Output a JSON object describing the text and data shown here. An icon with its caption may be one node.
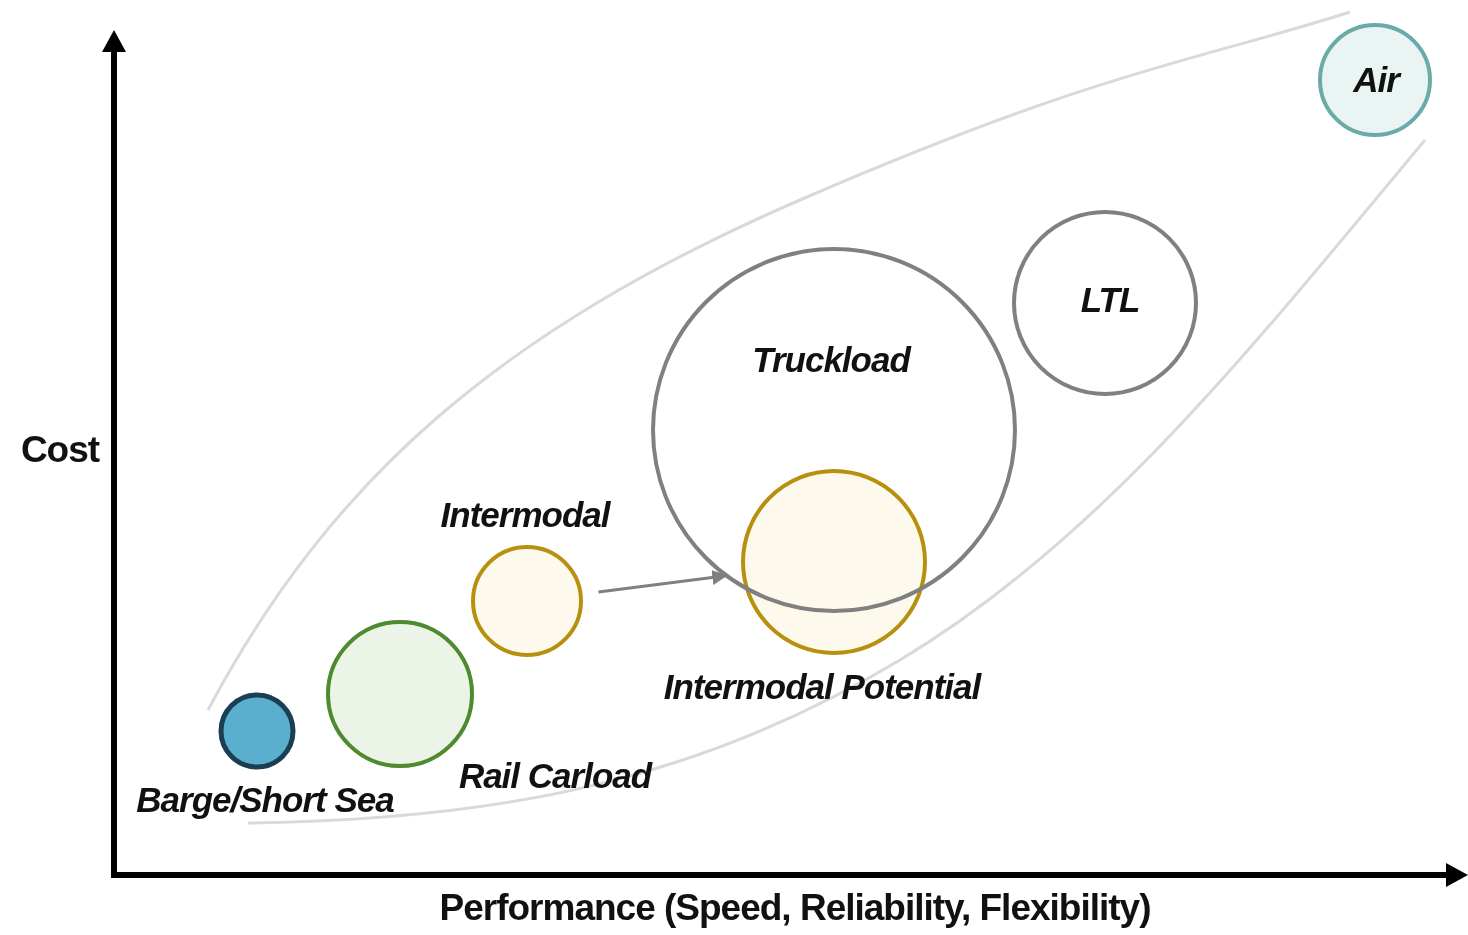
{
  "diagram": {
    "nodes": [
      {
        "text": [
          "Air"
        ]
      },
      {
        "text": [
          "LTL"
        ]
      },
      {
        "text": [
          "Truckload"
        ]
      },
      {
        "text": [
          "Intermodal"
        ]
      },
      {
        "text": [
          "Intermodal Potential"
        ]
      },
      {
        "text": [
          "Rail Carload"
        ]
      },
      {
        "text": [
          "Barge/Short Sea"
        ]
      }
    ],
    "edges": [
      {
        "from": 3,
        "to": 4,
        "arrow": "to"
      }
    ],
    "labels": [
      "Cost",
      "Performance (Speed, Reliability, Flexibility)"
    ]
  }
}
